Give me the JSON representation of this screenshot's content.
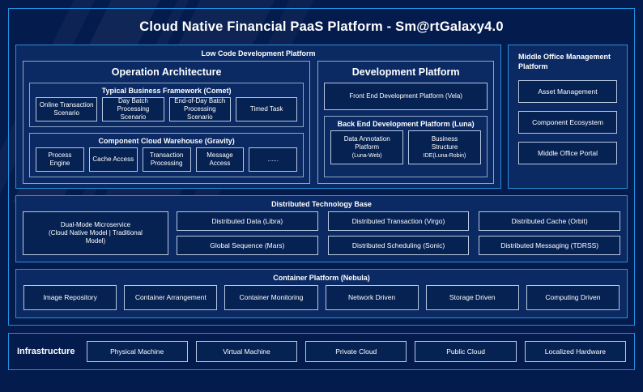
{
  "title": "Cloud Native Financial PaaS Platform - Sm@rtGalaxy4.0",
  "colors": {
    "page_background": "#041b4d",
    "frame_border": "#1f8fe0",
    "panel_border": "#2a8fd8",
    "panel_background": "#0b2a63",
    "chip_border": "#b9c8e0",
    "chip_background": "#062253",
    "text": "#ffffff"
  },
  "low_code": {
    "title": "Low Code Development Platform",
    "operation": {
      "title": "Operation Architecture",
      "typical_business_framework": {
        "title": "Typical Business Framework (Comet)",
        "items": [
          "Online Transaction Scenario",
          "Day Batch Processing Scenario",
          "End-of-Day Batch Processing Scenario",
          "Timed Task"
        ]
      },
      "component_cloud_warehouse": {
        "title": "Component Cloud Warehouse (Gravity)",
        "items": [
          "Process Engine",
          "Cache Access",
          "Transaction Processing",
          "Message Access",
          "......"
        ]
      }
    },
    "development": {
      "title": "Development Platform",
      "front_end": "Front End Development Platform (Vela)",
      "back_end": {
        "title": "Back End Development Platform (Luna)",
        "items": [
          {
            "line1": "Data Annotation",
            "line2": "Platform",
            "line3": "(Luna-Web)"
          },
          {
            "line1": "Business",
            "line2": "Structure",
            "line3": "IDE(Luna-Robin)"
          }
        ]
      }
    }
  },
  "middle_office": {
    "title": "Middle Office Management Platform",
    "items": [
      "Asset Management",
      "Component Ecosystem",
      "Middle Office Portal"
    ]
  },
  "distributed_technology_base": {
    "title": "Distributed Technology Base",
    "highlight": {
      "line1": "Dual-Mode Microservice",
      "line2": "(Cloud Native Model | Traditional",
      "line3": "Model)"
    },
    "items": [
      "Distributed Data (Libra)",
      "Distributed Transaction (Virgo)",
      "Distributed Cache (Orbit)",
      "Global Sequence (Mars)",
      "Distributed Scheduling (Sonic)",
      "Distributed Messaging (TDRSS)"
    ]
  },
  "container_platform": {
    "title": "Container Platform (Nebula)",
    "items": [
      "Image Repository",
      "Container Arrangement",
      "Container Monitoring",
      "Network Driven",
      "Storage Driven",
      "Computing Driven"
    ]
  },
  "infrastructure": {
    "label": "Infrastructure",
    "items": [
      "Physical Machine",
      "Virtual Machine",
      "Private Cloud",
      "Public Cloud",
      "Localized Hardware"
    ]
  }
}
